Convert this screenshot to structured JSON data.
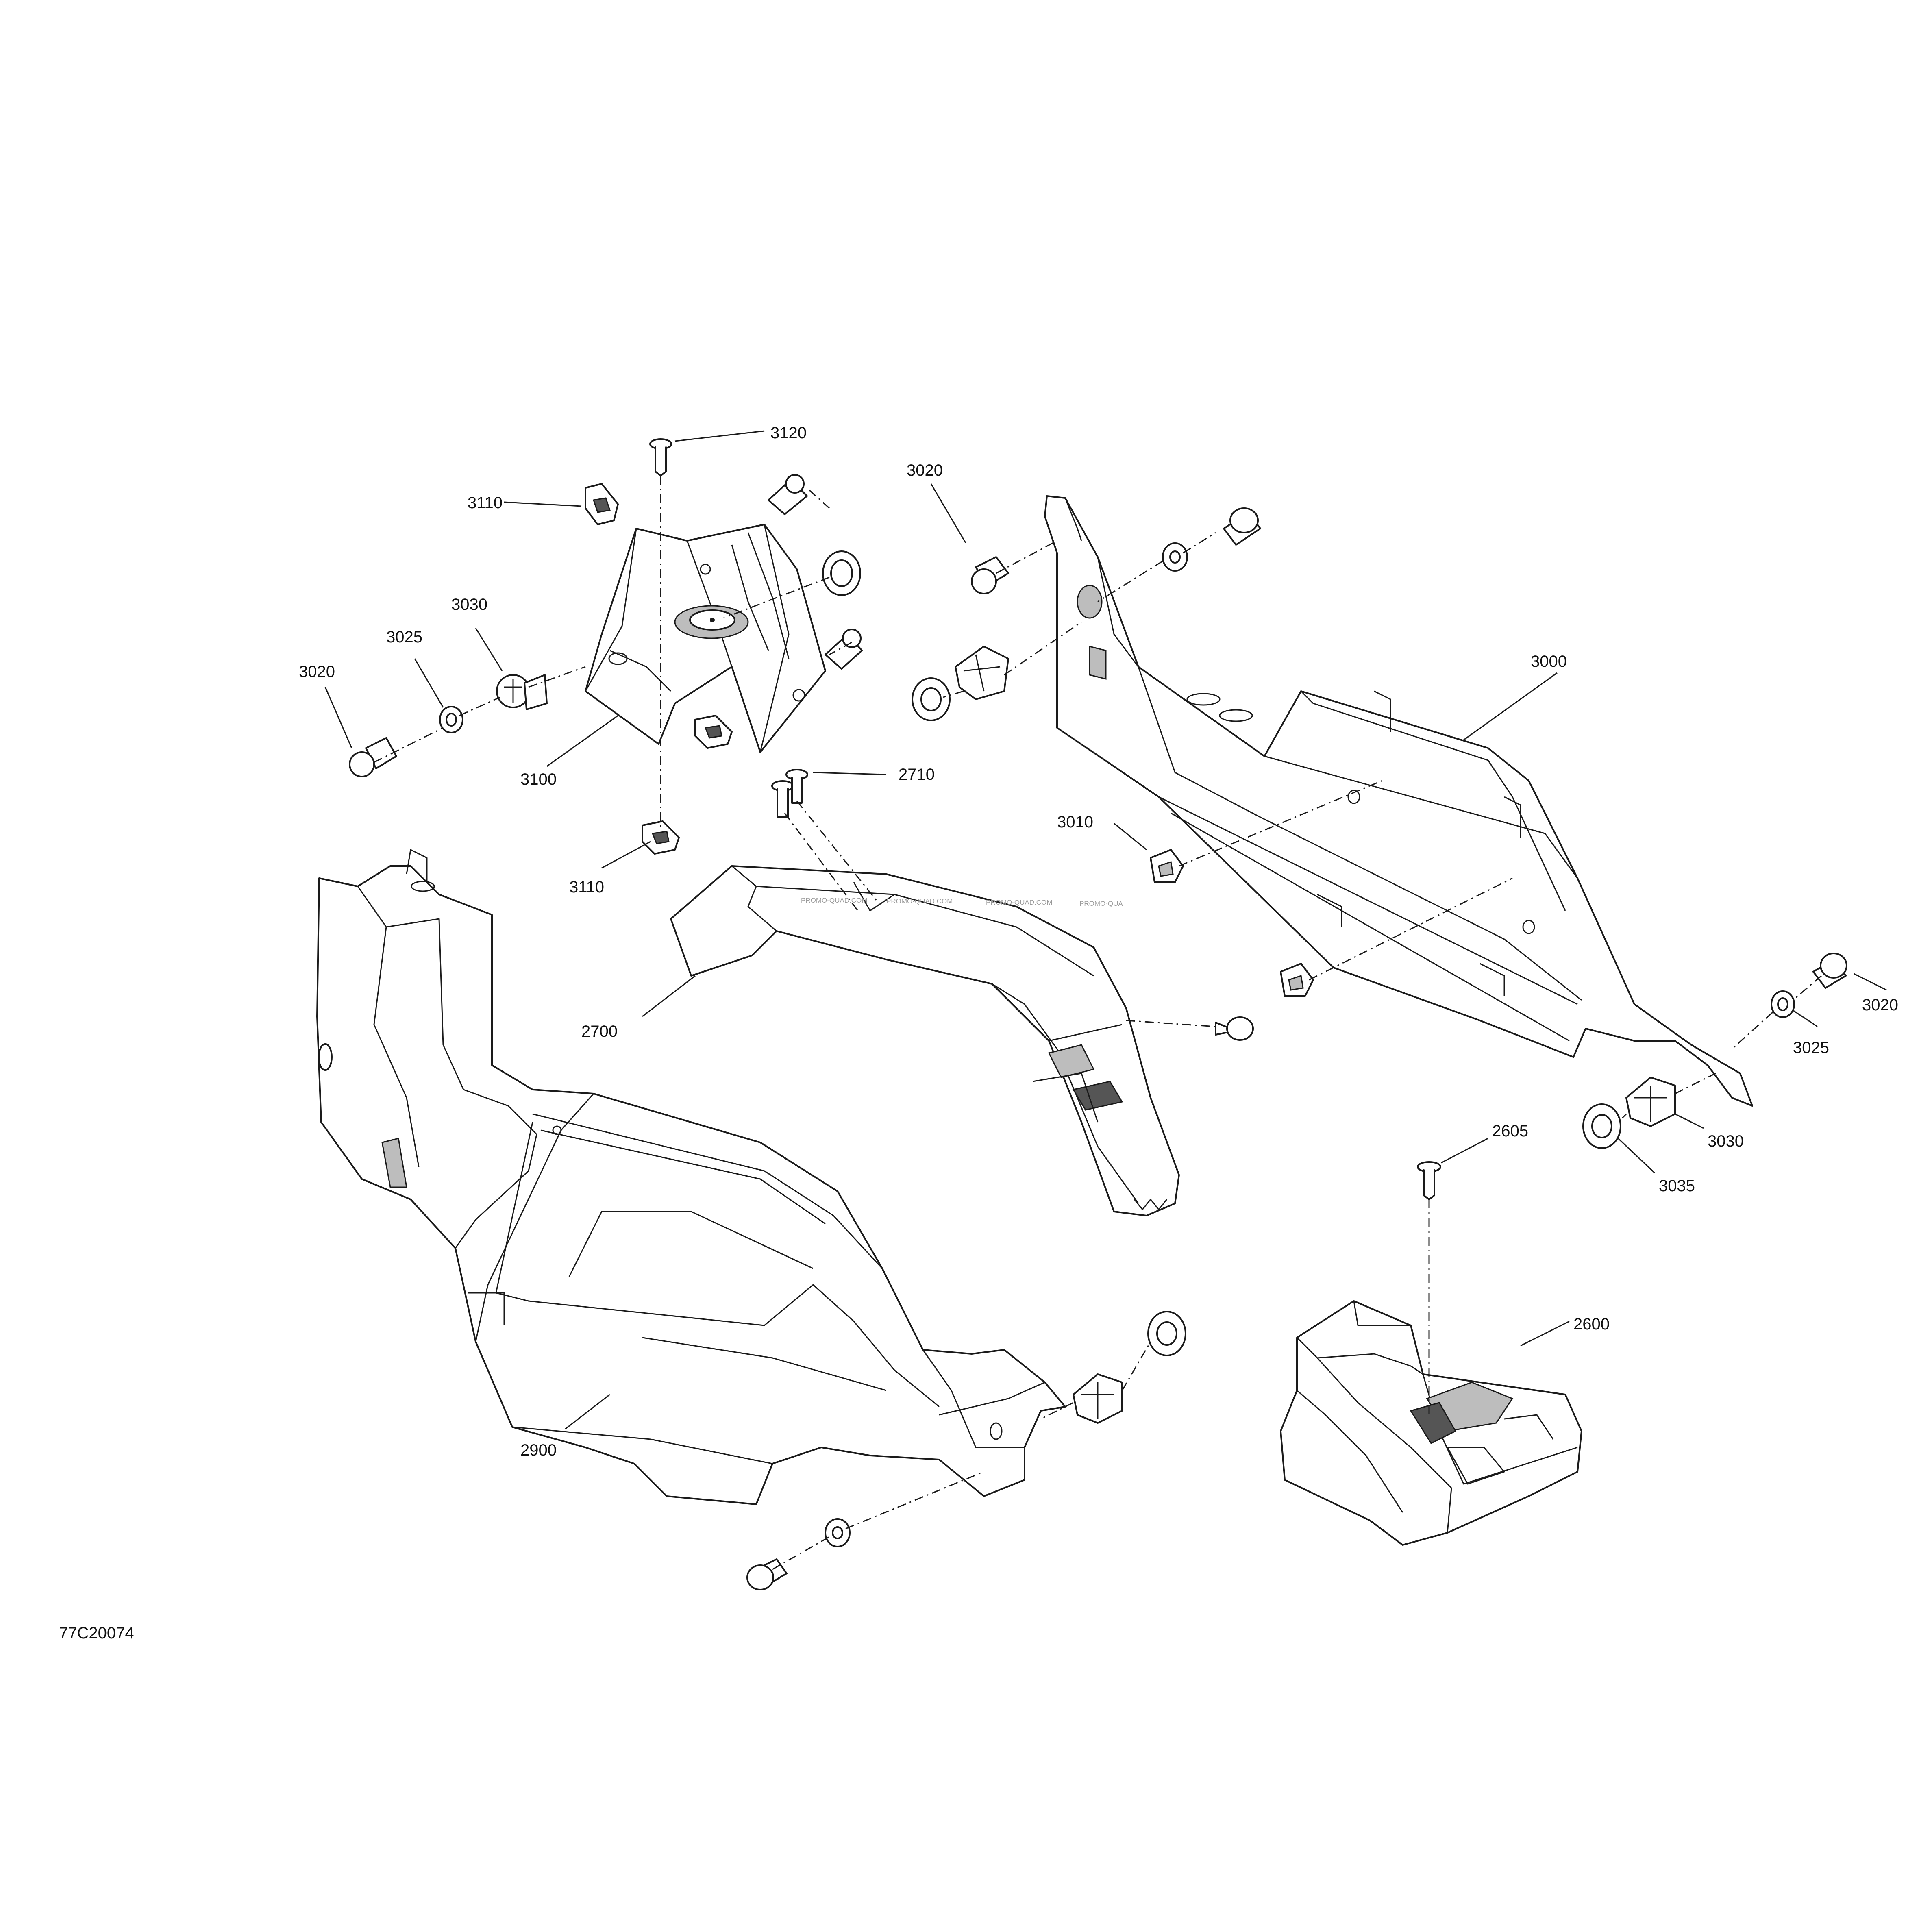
{
  "figure": {
    "reference_code": "77C20074",
    "watermarks": [
      "PROMO-QUAD.COM",
      "PROMO-QUAD.COM",
      "PROMO-QUAD.COM",
      "PROMO-QUA"
    ]
  },
  "callouts": {
    "c3120": "3120",
    "c3110_top": "3110",
    "c3020_top_center": "3020",
    "c3030_left": "3030",
    "c3025_left": "3025",
    "c3020_left": "3020",
    "c3100": "3100",
    "c2710": "2710",
    "c3110_bottom": "3110",
    "c3000": "3000",
    "c3010": "3010",
    "c2700": "2700",
    "c3020_right": "3020",
    "c3025_right": "3025",
    "c3030_right": "3030",
    "c3035": "3035",
    "c2605": "2605",
    "c2600": "2600",
    "c2900": "2900"
  }
}
